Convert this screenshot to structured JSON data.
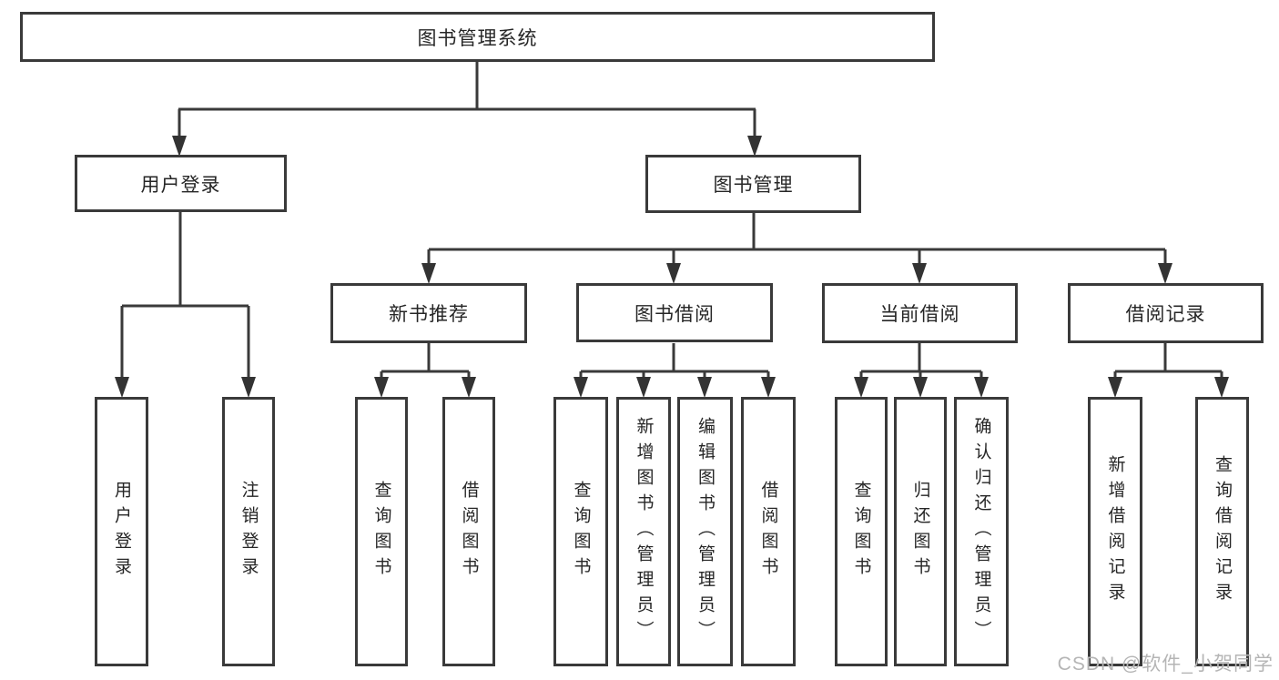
{
  "diagram": {
    "title": "图书管理系统",
    "type": "hierarchy-tree",
    "tree": {
      "label": "图书管理系统",
      "children": [
        {
          "label": "用户登录",
          "children": [
            {
              "label": "用户登录"
            },
            {
              "label": "注销登录"
            }
          ]
        },
        {
          "label": "图书管理",
          "children": [
            {
              "label": "新书推荐",
              "children": [
                {
                  "label": "查询图书"
                },
                {
                  "label": "借阅图书"
                }
              ]
            },
            {
              "label": "图书借阅",
              "children": [
                {
                  "label": "查询图书"
                },
                {
                  "label": "新增图书（管理员）"
                },
                {
                  "label": "编辑图书（管理员）"
                },
                {
                  "label": "借阅图书"
                }
              ]
            },
            {
              "label": "当前借阅",
              "children": [
                {
                  "label": "查询图书"
                },
                {
                  "label": "归还图书"
                },
                {
                  "label": "确认归还（管理员）"
                }
              ]
            },
            {
              "label": "借阅记录",
              "children": [
                {
                  "label": "新增借阅记录"
                },
                {
                  "label": "查询借阅记录"
                }
              ]
            }
          ]
        }
      ]
    },
    "watermark": {
      "text": "CSDN @软件_小贺同学",
      "color": "#b5b5b5"
    },
    "colors": {
      "line": "#3a3a3a",
      "box_border": "#3a3a3a",
      "text": "#262626",
      "background": "#ffffff"
    }
  }
}
